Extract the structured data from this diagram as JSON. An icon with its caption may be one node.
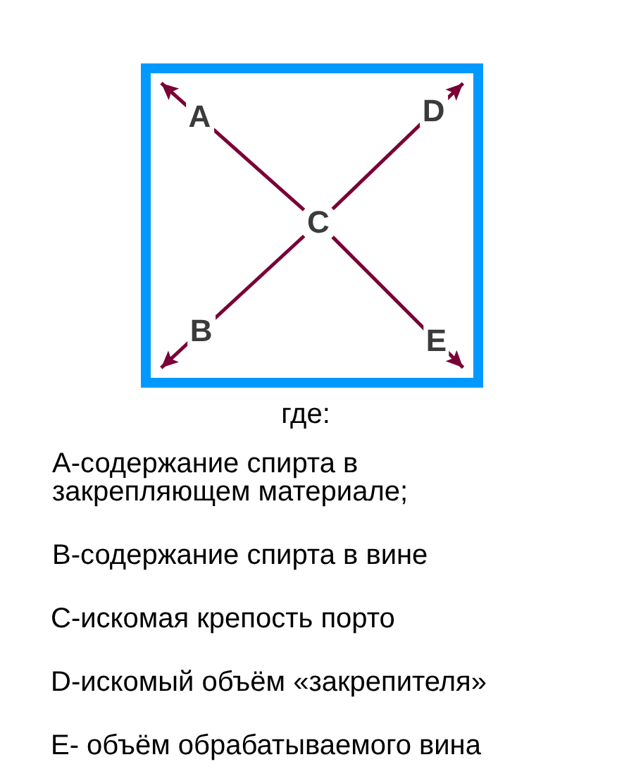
{
  "diagram": {
    "nodes": [
      {
        "text": [],
        "shape": "box"
      },
      {
        "text": [
          "C"
        ],
        "in": 0
      }
    ],
    "edges": [
      {
        "from": 1,
        "to": null,
        "arrow": "to",
        "label": "A"
      },
      {
        "from": 1,
        "to": null,
        "arrow": "to",
        "label": "B"
      },
      {
        "from": 1,
        "to": null,
        "arrow": "to",
        "label": "D"
      },
      {
        "from": 1,
        "to": null,
        "arrow": "to",
        "label": "E"
      }
    ],
    "labels": [
      "где:",
      "A-содержание спирта в закрепляющем материале;",
      "B-содержание спирта в вине",
      "C-искомая крепость порто",
      "D-искомый объём «закрепителя»",
      "E- объём обрабатываемого вина"
    ]
  }
}
